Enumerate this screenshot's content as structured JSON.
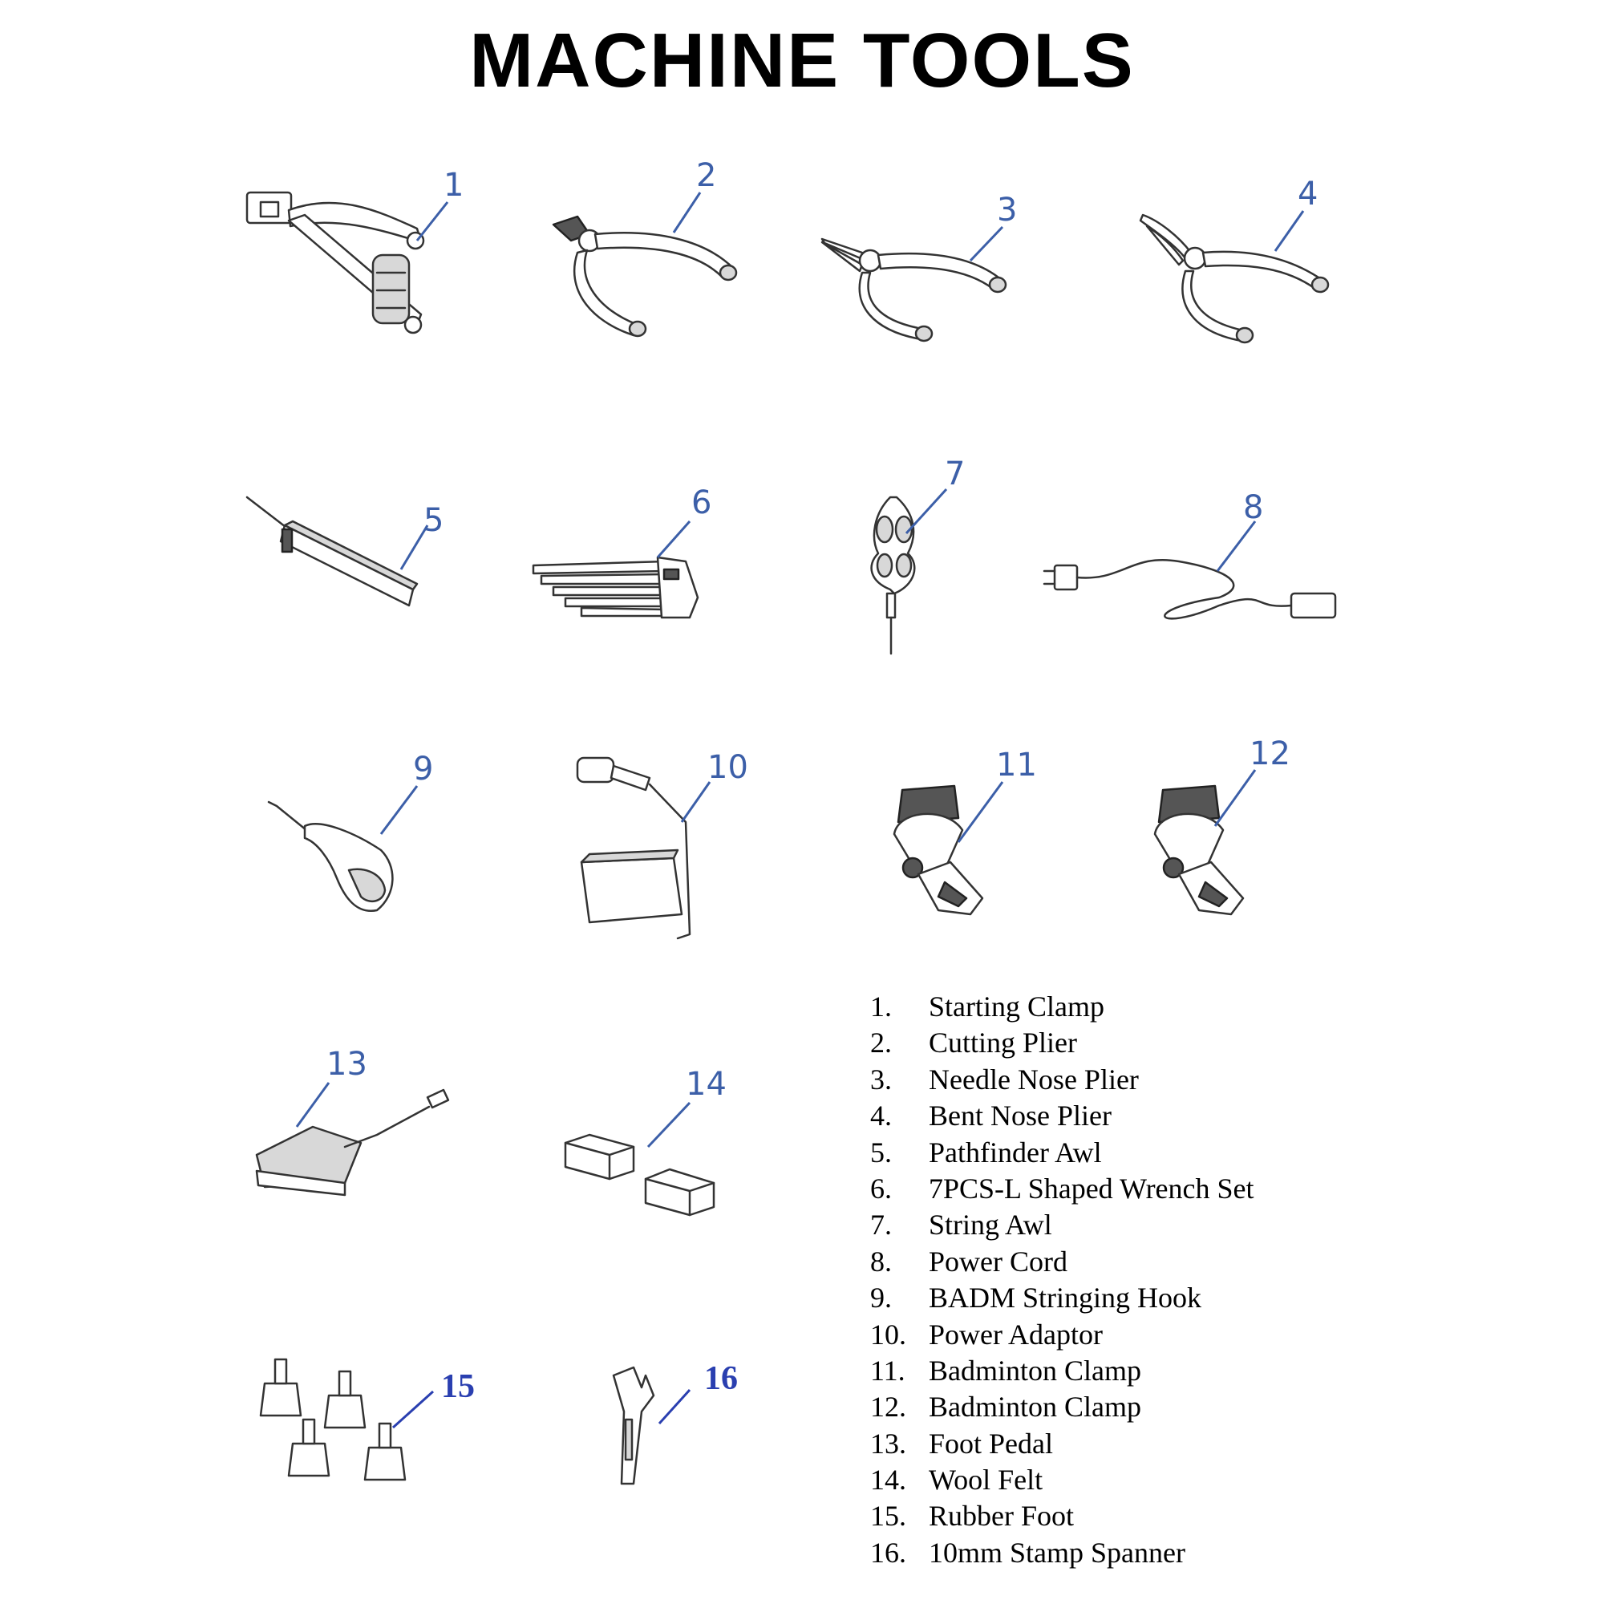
{
  "title": "MACHINE TOOLS",
  "callouts": [
    "1",
    "2",
    "3",
    "4",
    "5",
    "6",
    "7",
    "8",
    "9",
    "10",
    "11",
    "12",
    "13",
    "14",
    "15",
    "16"
  ],
  "parts": [
    {
      "number": "1.",
      "name": "Starting Clamp"
    },
    {
      "number": "2.",
      "name": "Cutting Plier"
    },
    {
      "number": "3.",
      "name": "Needle Nose Plier"
    },
    {
      "number": "4.",
      "name": "Bent Nose Plier"
    },
    {
      "number": "5.",
      "name": "Pathfinder Awl"
    },
    {
      "number": "6.",
      "name": "7PCS-L Shaped Wrench Set"
    },
    {
      "number": "7.",
      "name": "String Awl"
    },
    {
      "number": "8.",
      "name": "Power Cord"
    },
    {
      "number": "9.",
      "name": "BADM Stringing Hook"
    },
    {
      "number": "10.",
      "name": "Power Adaptor"
    },
    {
      "number": "11.",
      "name": "Badminton Clamp"
    },
    {
      "number": "12.",
      "name": "Badminton Clamp"
    },
    {
      "number": "13.",
      "name": "Foot Pedal"
    },
    {
      "number": "14.",
      "name": "Wool Felt"
    },
    {
      "number": "15.",
      "name": "Rubber Foot"
    },
    {
      "number": "16.",
      "name": "10mm Stamp Spanner"
    }
  ],
  "colors": {
    "callout": "#3c5fa8",
    "callout_dark": "#2a3fb0",
    "line_art": "#333333"
  }
}
